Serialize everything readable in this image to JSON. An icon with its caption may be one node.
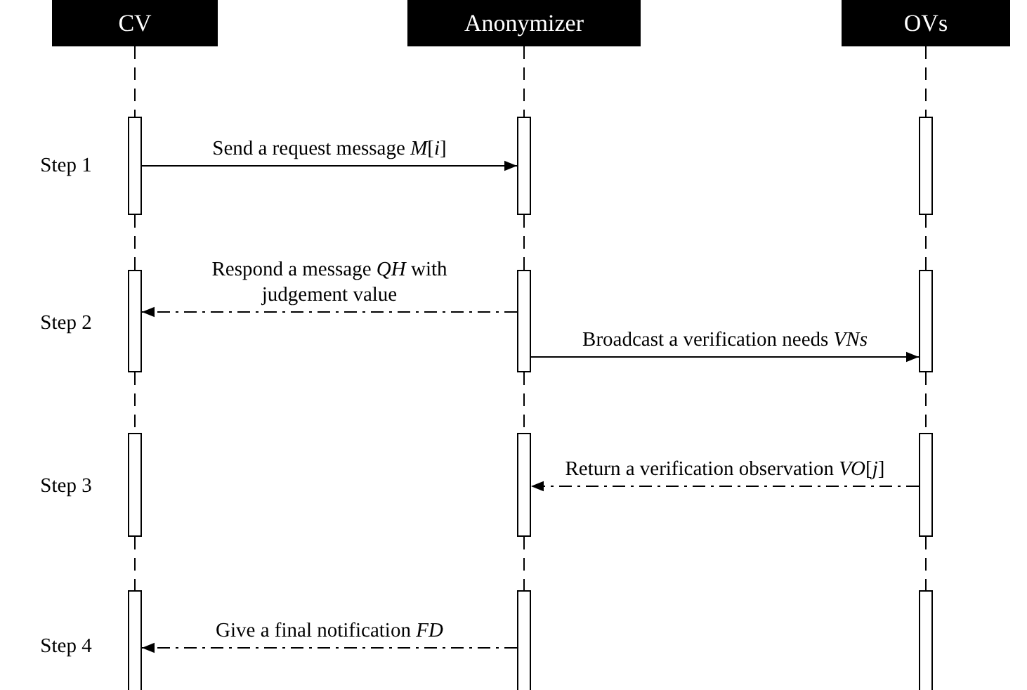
{
  "diagram": {
    "nodes": [
      {
        "text": [
          "CV"
        ]
      },
      {
        "text": [
          "Anonymizer"
        ]
      },
      {
        "text": [
          "OVs"
        ]
      },
      {
        "text": [],
        "shape": "bar"
      },
      {
        "text": [],
        "shape": "bar"
      },
      {
        "text": [],
        "shape": "bar"
      },
      {
        "text": [],
        "shape": "bar"
      },
      {
        "text": [],
        "shape": "bar"
      },
      {
        "text": [],
        "shape": "bar"
      },
      {
        "text": [],
        "shape": "bar"
      },
      {
        "text": [],
        "shape": "bar"
      },
      {
        "text": [],
        "shape": "bar"
      },
      {
        "text": [],
        "shape": "bar"
      },
      {
        "text": [],
        "shape": "bar"
      },
      {
        "text": [],
        "shape": "bar"
      }
    ],
    "edges": [
      {
        "from": 3,
        "to": 4,
        "arrow": "to",
        "label": "Send a request message *M*[*i*]"
      },
      {
        "from": 7,
        "to": 6,
        "arrow": "to",
        "style": "dashed",
        "label": "Respond a message *QH* with judgement value"
      },
      {
        "from": 7,
        "to": 8,
        "arrow": "to",
        "label": "Broadcast a verification needs *VNs*"
      },
      {
        "from": 11,
        "to": 10,
        "arrow": "to",
        "style": "dashed",
        "label": "Return a verification observation *VO*[*j*]"
      },
      {
        "from": 13,
        "to": 12,
        "arrow": "to",
        "style": "dashed",
        "label": "Give a final notification *FD*"
      },
      {
        "from": 0,
        "to": 3,
        "arrow": "none",
        "style": "dashed"
      },
      {
        "from": 3,
        "to": 6,
        "arrow": "none",
        "style": "dashed"
      },
      {
        "from": 6,
        "to": 9,
        "arrow": "none",
        "style": "dashed"
      },
      {
        "from": 9,
        "to": 12,
        "arrow": "none",
        "style": "dashed"
      },
      {
        "from": 1,
        "to": 4,
        "arrow": "none",
        "style": "dashed"
      },
      {
        "from": 4,
        "to": 7,
        "arrow": "none",
        "style": "dashed"
      },
      {
        "from": 7,
        "to": 10,
        "arrow": "none",
        "style": "dashed"
      },
      {
        "from": 10,
        "to": 13,
        "arrow": "none",
        "style": "dashed"
      },
      {
        "from": 2,
        "to": 5,
        "arrow": "none",
        "style": "dashed"
      },
      {
        "from": 5,
        "to": 8,
        "arrow": "none",
        "style": "dashed"
      },
      {
        "from": 8,
        "to": 11,
        "arrow": "none",
        "style": "dashed"
      },
      {
        "from": 11,
        "to": 14,
        "arrow": "none",
        "style": "dashed"
      }
    ],
    "labels": [
      "Step 1",
      "Step 2",
      "Step 3",
      "Step 4"
    ]
  }
}
